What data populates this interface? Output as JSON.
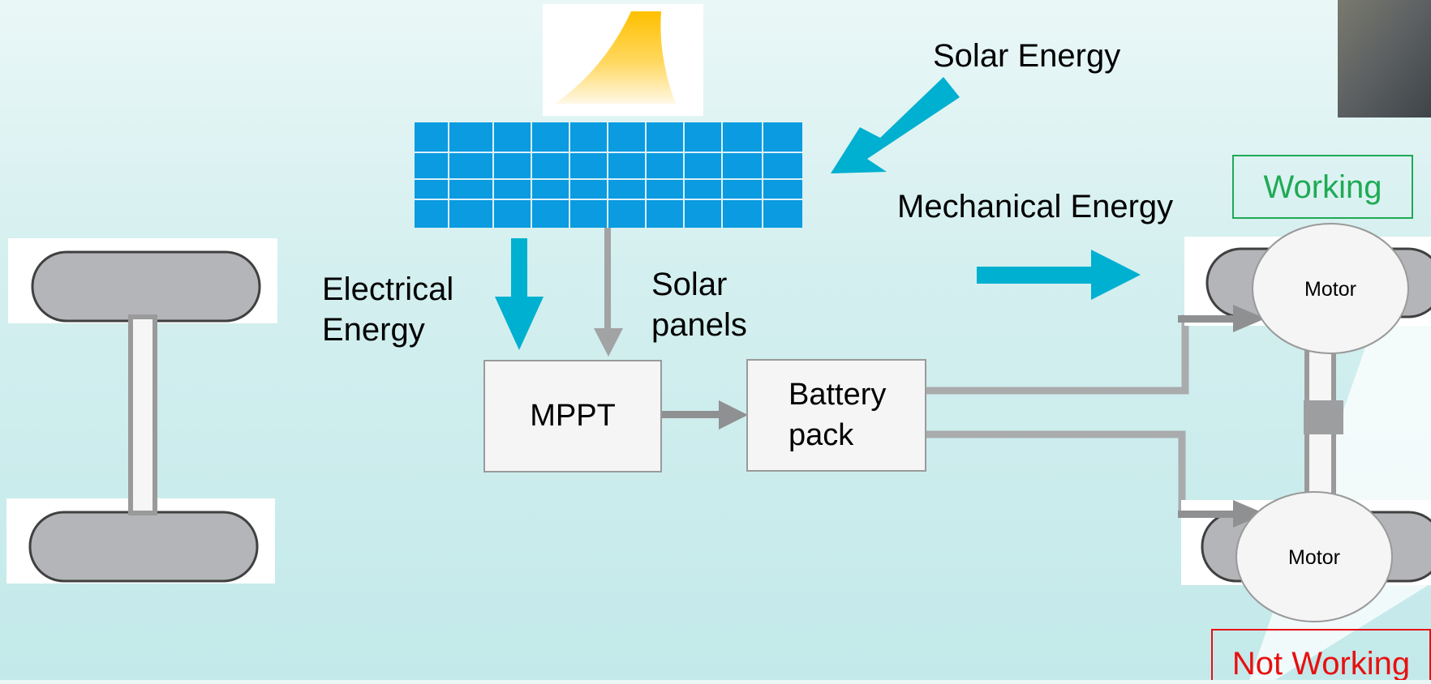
{
  "labels": {
    "solar_energy": "Solar Energy",
    "mechanical_energy": "Mechanical Energy",
    "electrical_energy_line1": "Electrical",
    "electrical_energy_line2": "Energy",
    "solar_panels_line1": "Solar",
    "solar_panels_line2": "panels"
  },
  "blocks": {
    "mppt": "MPPT",
    "battery_line1": "Battery",
    "battery_line2": "pack"
  },
  "motors": {
    "top": "Motor",
    "bottom": "Motor"
  },
  "status": {
    "working": "Working",
    "not_working": "Not Working"
  },
  "colors": {
    "arrow_blue": "#00b0d0",
    "panel_blue": "#0a9be0",
    "working_green": "#1faa55",
    "not_working_red": "#e81010",
    "gray_line": "#a9abad"
  }
}
